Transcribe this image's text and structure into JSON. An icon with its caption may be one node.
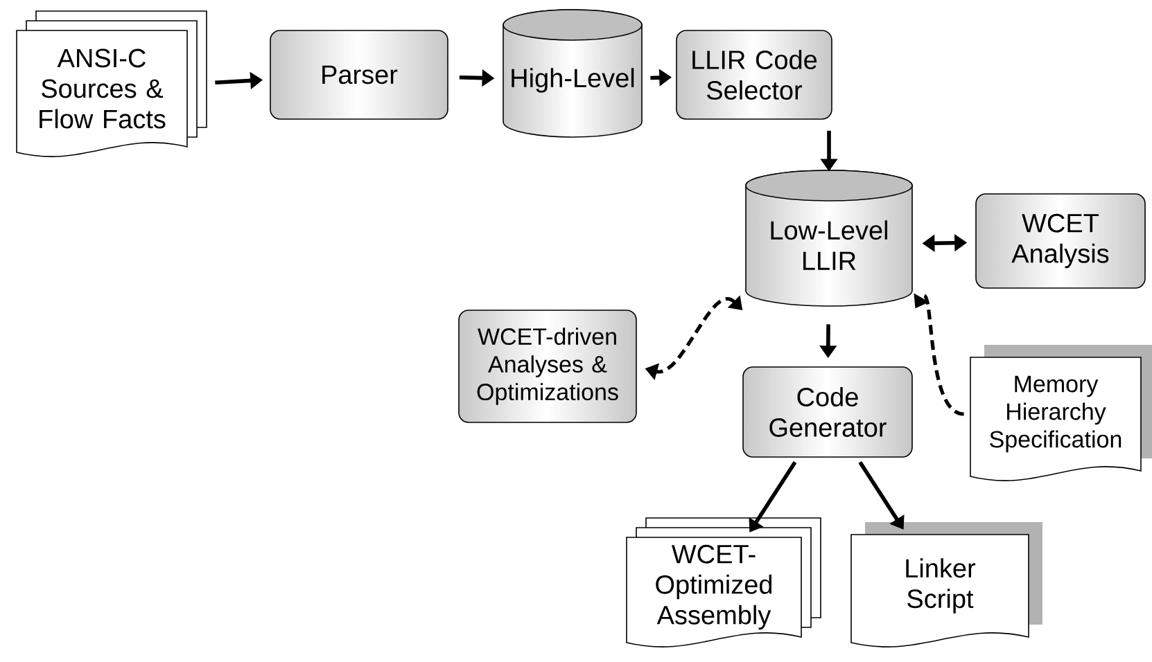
{
  "diagram": {
    "nodes": [
      {
        "text": [
          "ANSI-C Sources & Flow Facts"
        ]
      },
      {
        "text": [
          "Parser"
        ]
      },
      {
        "text": [
          "High-Level"
        ]
      },
      {
        "text": [
          "LLIR Code Selector"
        ]
      },
      {
        "text": [
          "Low-Level LLIR"
        ]
      },
      {
        "text": [
          "WCET Analysis"
        ]
      },
      {
        "text": [
          "WCET-driven Analyses & Optimizations"
        ]
      },
      {
        "text": [
          "Code Generator"
        ]
      },
      {
        "text": [
          "Memory Hierarchy Specification"
        ]
      },
      {
        "text": [
          "WCET-Optimized Assembly"
        ]
      },
      {
        "text": [
          "Linker Script"
        ]
      }
    ],
    "edges": [
      {
        "from": 0,
        "to": 1,
        "arrow": "to"
      },
      {
        "from": 1,
        "to": 2,
        "arrow": "to"
      },
      {
        "from": 2,
        "to": 3,
        "arrow": "to"
      },
      {
        "from": 3,
        "to": 4,
        "arrow": "to"
      },
      {
        "from": 4,
        "to": 5,
        "arrow": "both"
      },
      {
        "from": 4,
        "to": 6,
        "arrow": "both",
        "style": "dashed"
      },
      {
        "from": 4,
        "to": 7,
        "arrow": "to"
      },
      {
        "from": 8,
        "to": 4,
        "arrow": "to",
        "style": "dashed"
      },
      {
        "from": 7,
        "to": 9,
        "arrow": "to"
      },
      {
        "from": 7,
        "to": 10,
        "arrow": "to"
      }
    ]
  }
}
